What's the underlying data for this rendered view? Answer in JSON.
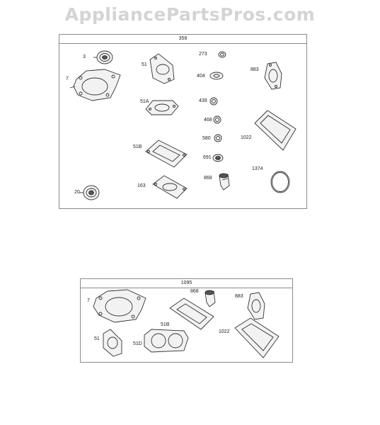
{
  "watermark": "AppliancePartsPros.com",
  "kit_a": {
    "title": "358",
    "labels": {
      "p3": "3",
      "p7": "7",
      "p20": "20",
      "p51": "51",
      "p51a": "51A",
      "p51b": "51B",
      "p163": "163",
      "p273": "273",
      "p404": "404",
      "p439": "439",
      "p468": "468",
      "p580": "580",
      "p691": "691",
      "p868": "868",
      "p883": "883",
      "p1022": "1022",
      "p1374": "1374"
    }
  },
  "kit_b": {
    "title": "1095",
    "labels": {
      "p7": "7",
      "p51": "51",
      "p51b": "51B",
      "p51d": "51D",
      "p868": "868",
      "p883": "883",
      "p1022": "1022"
    }
  },
  "colors": {
    "line": "#333333",
    "border": "#8a8a8a",
    "watermark": "#d4d4d4"
  }
}
